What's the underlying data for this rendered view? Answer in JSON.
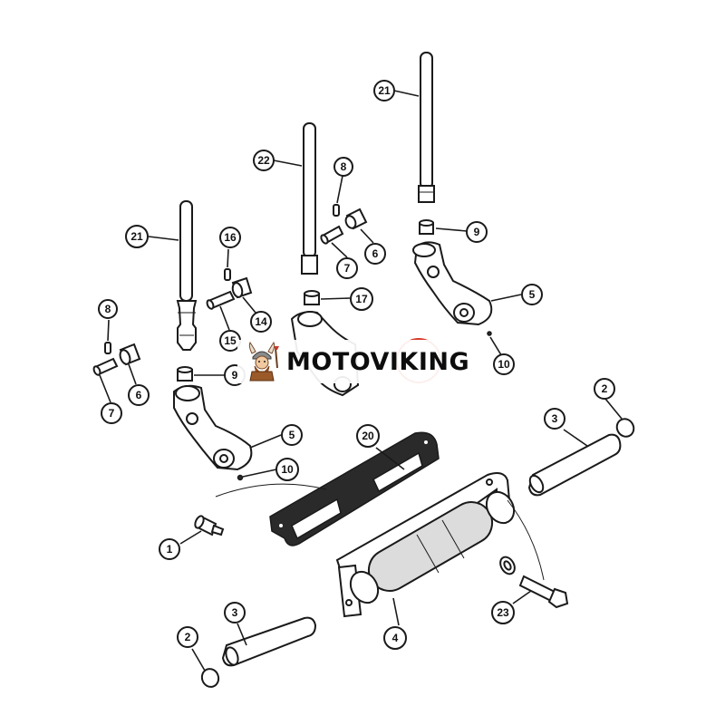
{
  "watermark": {
    "brand": "MOTOVIKING",
    "logo_icon": "viking-warrior-logo-icon"
  },
  "colors": {
    "line": "#1a1a1a",
    "callout_fill": "#ffffff",
    "gasket_fill": "#2a2a2a",
    "watermark_ring": "#d63a2a"
  },
  "callouts": [
    {
      "id": "c21a",
      "label": "21"
    },
    {
      "id": "c22",
      "label": "22"
    },
    {
      "id": "c8a",
      "label": "8"
    },
    {
      "id": "c9a",
      "label": "9"
    },
    {
      "id": "c6a",
      "label": "6"
    },
    {
      "id": "c7a",
      "label": "7"
    },
    {
      "id": "c5a",
      "label": "5"
    },
    {
      "id": "c17",
      "label": "17"
    },
    {
      "id": "c10a",
      "label": "10"
    },
    {
      "id": "c21b",
      "label": "21"
    },
    {
      "id": "c16",
      "label": "16"
    },
    {
      "id": "c15",
      "label": "15"
    },
    {
      "id": "c14",
      "label": "14"
    },
    {
      "id": "c8b",
      "label": "8"
    },
    {
      "id": "c7b",
      "label": "7"
    },
    {
      "id": "c6b",
      "label": "6"
    },
    {
      "id": "c9b",
      "label": "9"
    },
    {
      "id": "c5b",
      "label": "5"
    },
    {
      "id": "c10b",
      "label": "10"
    },
    {
      "id": "c20",
      "label": "20"
    },
    {
      "id": "c2a",
      "label": "2"
    },
    {
      "id": "c3a",
      "label": "3"
    },
    {
      "id": "c1",
      "label": "1"
    },
    {
      "id": "c3b",
      "label": "3"
    },
    {
      "id": "c2b",
      "label": "2"
    },
    {
      "id": "c4",
      "label": "4"
    },
    {
      "id": "c23",
      "label": "23"
    }
  ]
}
